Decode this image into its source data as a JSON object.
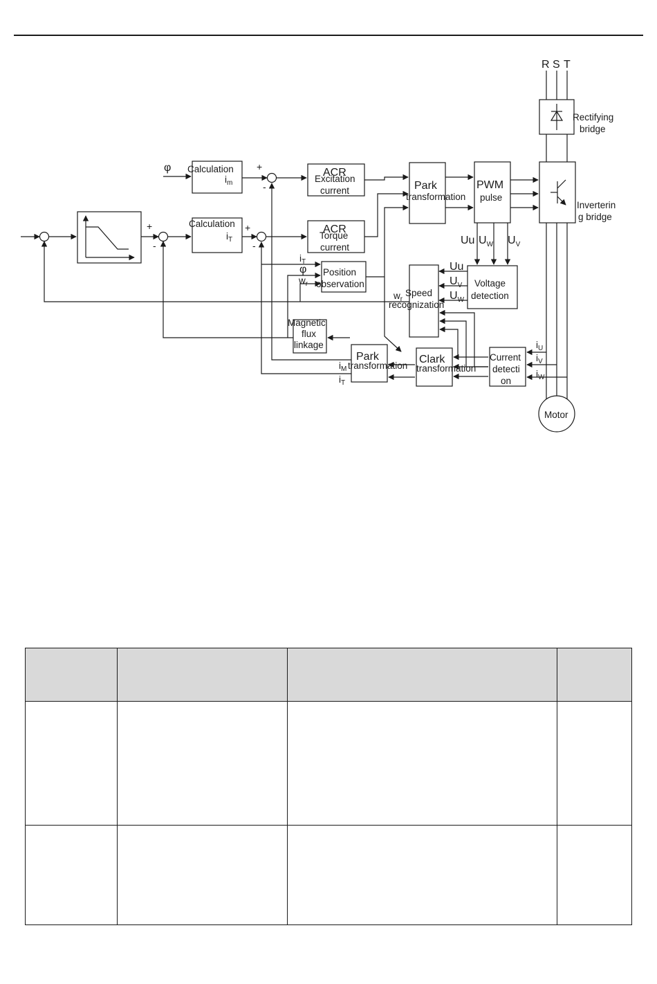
{
  "diagram": {
    "labels": {
      "mains_r": "R",
      "mains_s": "S",
      "mains_t": "T",
      "rectifying_bridge_1": "Rectifying",
      "rectifying_bridge_2": "bridge",
      "inverting_bridge_1": "Inverterin",
      "inverting_bridge_2": "g bridge",
      "phi_input": "φ",
      "calc_m_title": "Calculation",
      "calc_m_sub": "i",
      "calc_m_subscript": "m",
      "calc_t_title": "Calculation",
      "calc_t_sub": "i",
      "calc_t_subscript": "T",
      "acr_exc_title": "ACR",
      "acr_exc_1": "Excitation",
      "acr_exc_2": "current",
      "acr_tor_title": "ACR",
      "acr_tor_1": "Torque",
      "acr_tor_2": "current",
      "park_top_1": "Park",
      "park_top_2": "transformation",
      "pwm_1": "PWM",
      "pwm_2": "pulse",
      "uu_top": "Uu",
      "uw_top": "U",
      "uw_top_sub": "W",
      "uv_top": "U",
      "uv_top_sub": "V",
      "voltage_det_1": "Voltage",
      "voltage_det_2": "detection",
      "uu_in": "Uu",
      "uv_in": "U",
      "uv_in_sub": "V",
      "uw_in": "U",
      "uw_in_sub": "W",
      "speed_1": "Speed",
      "speed_2": "recognization",
      "wr_speed": "w",
      "wr_speed_sub": "r",
      "it_pos": "i",
      "it_pos_sub": "T",
      "phi_pos": "φ",
      "wr_pos": "w",
      "wr_pos_sub": "r",
      "position_1": "Position",
      "position_2": "observation",
      "flux_1": "Magnetic",
      "flux_2": "flux",
      "flux_3": "linkage",
      "park_bot_1": "Park",
      "park_bot_2": "transformation",
      "im_out": "i",
      "im_out_sub": "M",
      "it_out": "i",
      "it_out_sub": "T",
      "clark_1": "Clark",
      "clark_2": "transformation",
      "current_det_1": "Current",
      "current_det_2": "detecti",
      "current_det_3": "on",
      "iu": "i",
      "iu_sub": "U",
      "iv": "i",
      "iv_sub": "V",
      "iw": "i",
      "iw_sub": "W",
      "motor": "Motor",
      "plus_1": "+",
      "minus_1": "-",
      "plus_2": "+",
      "minus_2": "-",
      "plus_3": "+",
      "minus_3": "-"
    }
  },
  "table": {
    "headers": [
      "",
      "",
      "",
      ""
    ],
    "rows": [
      [
        "",
        "",
        "",
        ""
      ],
      [
        "",
        "",
        "",
        ""
      ]
    ]
  }
}
